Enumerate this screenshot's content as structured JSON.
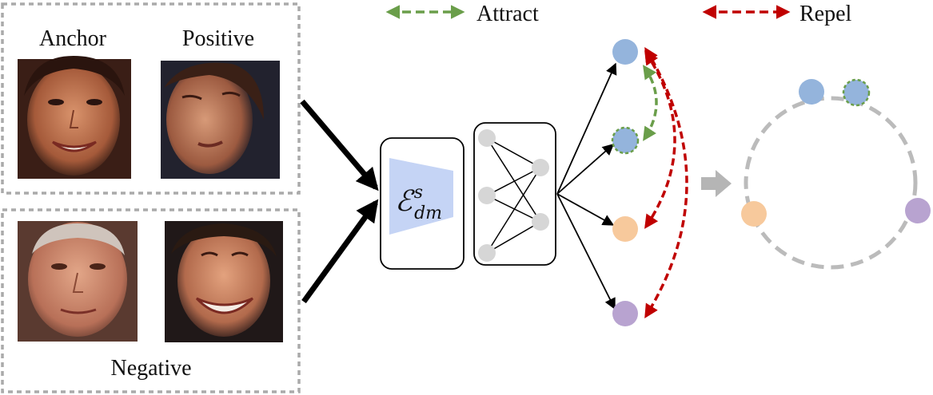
{
  "legend": {
    "attract_label": "Attract",
    "repel_label": "Repel",
    "attract_color": "#6a9e4a",
    "repel_color": "#c00000"
  },
  "groups": {
    "anchor_label": "Anchor",
    "positive_label": "Positive",
    "negative_label": "Negative"
  },
  "encoder": {
    "symbol": "ℰ",
    "superscript": "s",
    "subscript": "dm",
    "fill_color": "#c5d4f5"
  },
  "colors": {
    "blue_node": "#94b4dc",
    "orange_node": "#f7c99c",
    "purple_node": "#b8a3d0",
    "gray_node": "#d6d6d6",
    "dashed_border": "#aaaaaa",
    "ring": "#bbbbbb",
    "dashed_node_outline": "#6a9e4a"
  }
}
